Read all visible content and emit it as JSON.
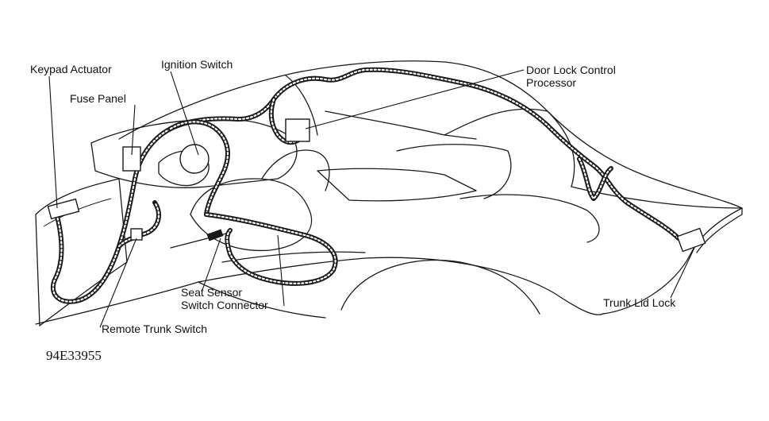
{
  "figure": {
    "id_label": "94E33955"
  },
  "labels": {
    "keypad_actuator": "Keypad Actuator",
    "ignition_switch": "Ignition Switch",
    "fuse_panel": "Fuse Panel",
    "door_lock_control_processor_line1": "Door Lock Control",
    "door_lock_control_processor_line2": "Processor",
    "seat_sensor_line1": "Seat Sensor",
    "seat_sensor_line2": "Switch Connector",
    "remote_trunk_switch": "Remote Trunk Switch",
    "trunk_lid_lock": "Trunk Lid Lock"
  }
}
